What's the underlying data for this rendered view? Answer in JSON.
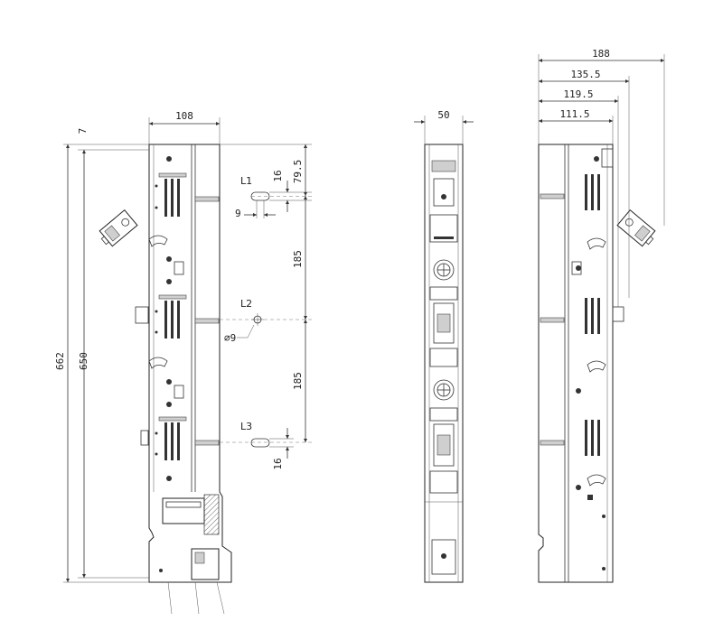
{
  "dimensions": {
    "side_width": "108",
    "top_offset": "7",
    "total_height": "662",
    "inner_height": "650",
    "pitch_top": "79.5",
    "slot_width_l1": "16",
    "slot_height": "9",
    "pitch_l1_l2": "185",
    "pitch_l2_l3": "185",
    "slot_width_l3": "16",
    "hole_diameter": "⌀9",
    "front_width": "50",
    "right_188": "188",
    "right_135": "135.5",
    "right_119": "119.5",
    "right_111": "111.5"
  },
  "labels": {
    "l1": "L1",
    "l2": "L2",
    "l3": "L3"
  }
}
